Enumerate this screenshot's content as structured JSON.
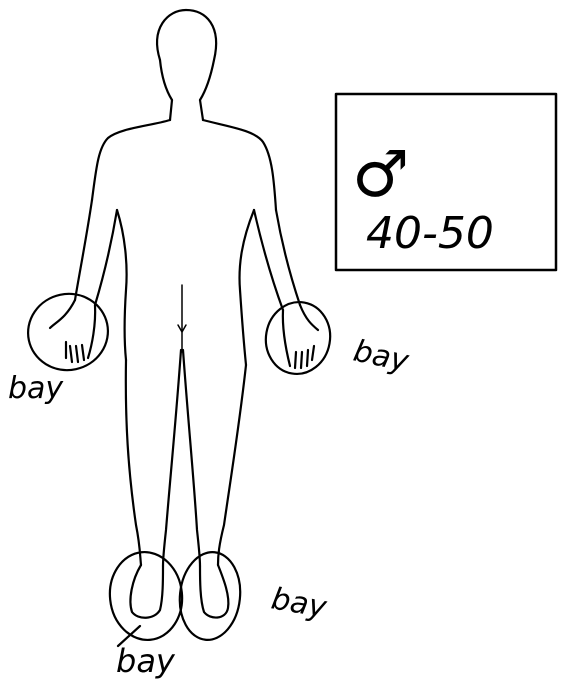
{
  "legend": {
    "sex_symbol": "♂",
    "age_range": "40-50"
  },
  "annotations": {
    "left_hand_label": "bay",
    "right_hand_label": "bay",
    "left_foot_label": "bay",
    "right_foot_label": "bay"
  },
  "colors": {
    "ink": "#000000",
    "paper": "#ffffff"
  }
}
